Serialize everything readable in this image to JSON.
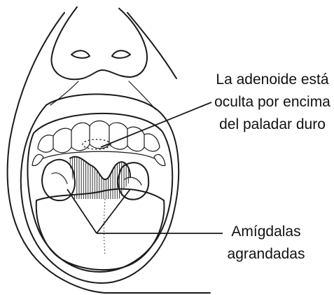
{
  "labels": {
    "adenoid": {
      "line1": "La adenoide está",
      "line2": "oculta por encima",
      "line3": "del paladar duro"
    },
    "tonsils": {
      "line1": "Amígdalas",
      "line2": "agrandadas"
    }
  },
  "colors": {
    "ink": "#1a1a1a",
    "background": "#ffffff"
  }
}
